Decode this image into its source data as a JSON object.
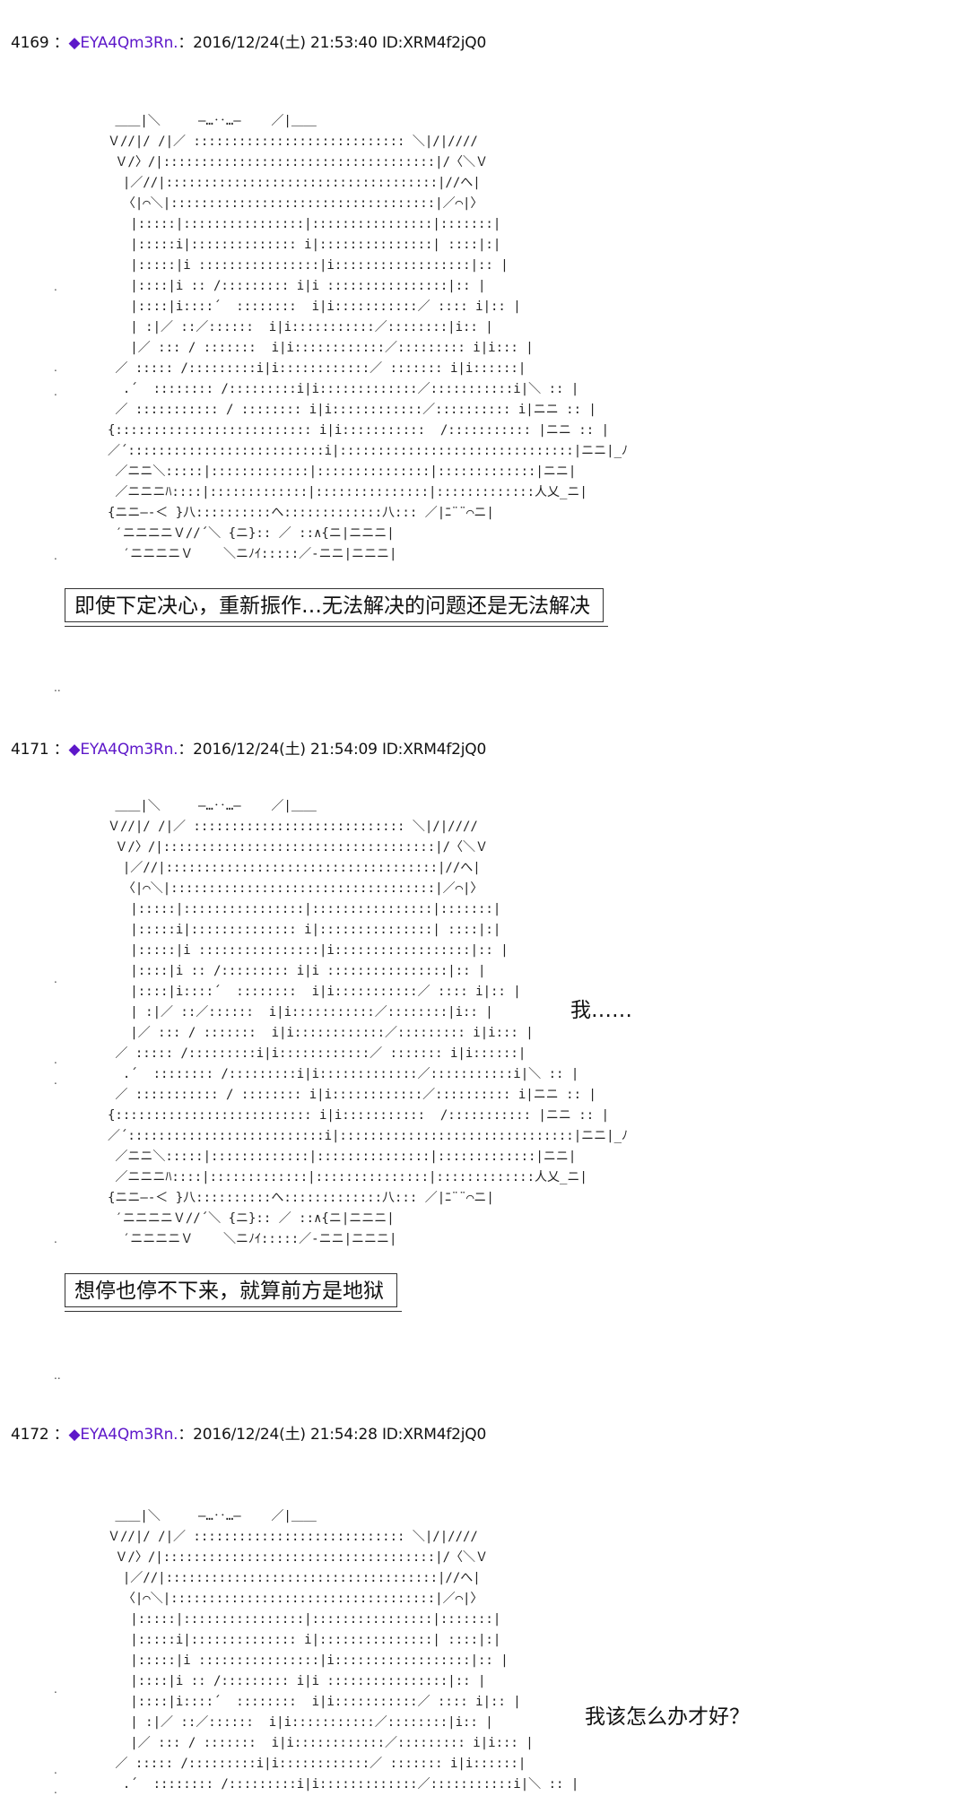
{
  "posts": [
    {
      "number": "4169",
      "separator": "：",
      "name": "◆EYA4Qm3Rn.",
      "datetime": "：2016/12/24(土) 21:53:40 ID:XRM4f2jQ0",
      "art": " ＿＿|＼     ―…‥…―    ／|＿＿\nＶ//|/ /|／ :::::::::::::::::::::::::::: ＼|/|////\n Ｖ/〉/|::::::::::::::::::::::::::::::::::::|/〈＼Ｖ\n  |／//|::::::::::::::::::::::::::::::::::::|//へ|\n  〈|⌒＼|:::::::::::::::::::::::::::::::::::|／⌒|〉\n   |:::::|::::::::::::::::|::::::::::::::::|:::::::|\n   |:::::i|:::::::::::::: i|:::::::::::::::| ::::|:|\n   |:::::|i ::::::::::::::::|i::::::::::::::::::|:: |\n   |::::|i :: /::::::::: i|i ::::::::::::::::|:: |\n   |::::|i::::´  ::::::::  i|i:::::::::::／ :::: i|:: |\n   | :|／ ::／::::::  i|i:::::::::::／::::::::|i:: |\n   |／ ::: / :::::::  i|i::::::::::::／::::::::: i|i::: |\n ／ ::::: /:::::::::i|i::::::::::::／ ::::::: i|i::::::|\n  .´  :::::::: /:::::::::i|i:::::::::::::／:::::::::::i|＼ :: |\n ／ ::::::::::: / :::::::: i|i::::::::::::／:::::::::: i|ニニ :: |\n{:::::::::::::::::::::::::: i|i:::::::::::  /::::::::::: |ニニ :: |\n／´::::::::::::::::::::::::::i|:::::::::::::::::::::::::::::::|ニニ|_ﾉ\n ／ニニ＼:::::|:::::::::::::|:::::::::::::::|:::::::::::::|ニニ|\n ／ニニニﾊ::::|:::::::::::::|:::::::::::::::|:::::::::::::人乂_ニ|\n{ニニ―‐＜ }八::::::::::へ:::::::::::::八::: ／|ﾆ¨¨⌒ニ|\n ′ニニニニＶ//´＼ {ニ}:: ／ ::∧{ニ|ニニニ|\n  ′ニニニニＶ    ＼ニﾉｲ:::::／-ニニ|ニニニ|",
      "caption": "即使下定决心，重新振作…无法解决的问题还是无法解决",
      "speech": ""
    },
    {
      "number": "4171",
      "separator": "：",
      "name": "◆EYA4Qm3Rn.",
      "datetime": "：2016/12/24(土) 21:54:09 ID:XRM4f2jQ0",
      "art": " ＿＿|＼     ―…‥…―    ／|＿＿\nＶ//|/ /|／ :::::::::::::::::::::::::::: ＼|/|////\n Ｖ/〉/|::::::::::::::::::::::::::::::::::::|/〈＼Ｖ\n  |／//|::::::::::::::::::::::::::::::::::::|//へ|\n  〈|⌒＼|:::::::::::::::::::::::::::::::::::|／⌒|〉\n   |:::::|::::::::::::::::|::::::::::::::::|:::::::|\n   |:::::i|:::::::::::::: i|:::::::::::::::| ::::|:|\n   |:::::|i ::::::::::::::::|i::::::::::::::::::|:: |\n   |::::|i :: /::::::::: i|i ::::::::::::::::|:: |\n   |::::|i::::´  ::::::::  i|i:::::::::::／ :::: i|:: |\n   | :|／ ::／::::::  i|i:::::::::::／::::::::|i:: |\n   |／ ::: / :::::::  i|i::::::::::::／::::::::: i|i::: |\n ／ ::::: /:::::::::i|i::::::::::::／ ::::::: i|i::::::|\n  .´  :::::::: /:::::::::i|i:::::::::::::／:::::::::::i|＼ :: |\n ／ ::::::::::: / :::::::: i|i::::::::::::／:::::::::: i|ニニ :: |\n{:::::::::::::::::::::::::: i|i:::::::::::  /::::::::::: |ニニ :: |\n／´::::::::::::::::::::::::::i|:::::::::::::::::::::::::::::::|ニニ|_ﾉ\n ／ニニ＼:::::|:::::::::::::|:::::::::::::::|:::::::::::::|ニニ|\n ／ニニニﾊ::::|:::::::::::::|:::::::::::::::|:::::::::::::人乂_ニ|\n{ニニ―‐＜ }八::::::::::へ:::::::::::::八::: ／|ﾆ¨¨⌒ニ|\n ′ニニニニＶ//´＼ {ニ}:: ／ ::∧{ニ|ニニニ|\n  ′ニニニニＶ    ＼ニﾉｲ:::::／-ニニ|ニニニ|",
      "caption": "想停也停不下来，就算前方是地狱",
      "speech": "我……"
    },
    {
      "number": "4172",
      "separator": "：",
      "name": "◆EYA4Qm3Rn.",
      "datetime": "：2016/12/24(土) 21:54:28 ID:XRM4f2jQ0",
      "art": " ＿＿|＼     ―…‥…―    ／|＿＿\nＶ//|/ /|／ :::::::::::::::::::::::::::: ＼|/|////\n Ｖ/〉/|::::::::::::::::::::::::::::::::::::|/〈＼Ｖ\n  |／//|::::::::::::::::::::::::::::::::::::|//へ|\n  〈|⌒＼|:::::::::::::::::::::::::::::::::::|／⌒|〉\n   |:::::|::::::::::::::::|::::::::::::::::|:::::::|\n   |:::::i|:::::::::::::: i|:::::::::::::::| ::::|:|\n   |:::::|i ::::::::::::::::|i::::::::::::::::::|:: |\n   |::::|i :: /::::::::: i|i ::::::::::::::::|:: |\n   |::::|i::::´  ::::::::  i|i:::::::::::／ :::: i|:: |\n   | :|／ ::／::::::  i|i:::::::::::／::::::::|i:: |\n   |／ ::: / :::::::  i|i::::::::::::／::::::::: i|i::: |\n ／ ::::: /:::::::::i|i::::::::::::／ ::::::: i|i::::::|\n  .´  :::::::: /:::::::::i|i:::::::::::::／:::::::::::i|＼ :: |",
      "caption": "",
      "speech": "我该怎么办才好？"
    }
  ],
  "dot_marks": [
    ".",
    ".",
    ".",
    ".",
    "..",
    ".",
    ".",
    ".",
    ".",
    "..",
    ".",
    ".",
    "."
  ]
}
